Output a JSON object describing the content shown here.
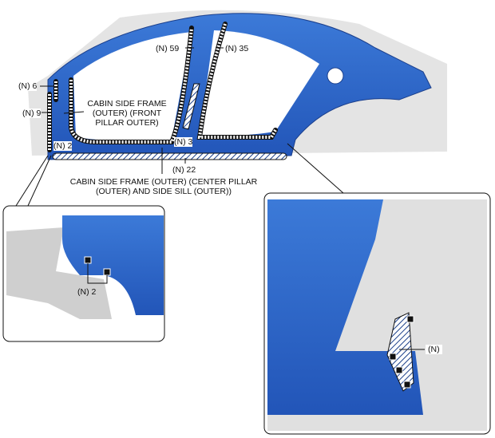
{
  "labels": {
    "n6": "(N) 6",
    "n9": "(N) 9",
    "n2": "(N) 2",
    "n59": "(N) 59",
    "n35": "(N) 35",
    "n3": "(N) 3",
    "n22": "(N) 22",
    "front_pillar": [
      "CABIN SIDE FRAME",
      "(OUTER) (FRONT",
      "PILLAR OUTER)"
    ],
    "center_pillar": [
      "CABIN SIDE FRAME (OUTER) (CENTER PILLAR",
      "(OUTER) AND SIDE SILL (OUTER))"
    ],
    "detail_left_n2": "(N) 2",
    "detail_right_n": "(N)"
  },
  "colors": {
    "panel": "#2a63c9",
    "panel_light": "#5aa0e6",
    "grey": "#d8d8d8"
  }
}
